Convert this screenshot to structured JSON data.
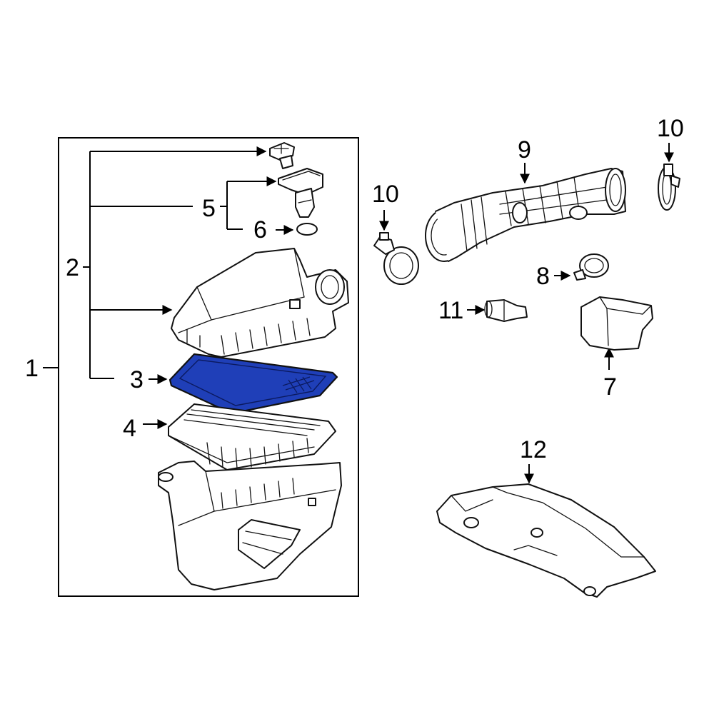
{
  "callouts": {
    "c1": "1",
    "c2": "2",
    "c3": "3",
    "c4": "4",
    "c5": "5",
    "c6": "6",
    "c7": "7",
    "c8": "8",
    "c9": "9",
    "c10a": "10",
    "c10b": "10",
    "c11": "11",
    "c12": "12"
  },
  "colors": {
    "highlight": "#1f3fb8",
    "line": "#111111",
    "background": "#ffffff"
  },
  "highlighted_part": "3"
}
